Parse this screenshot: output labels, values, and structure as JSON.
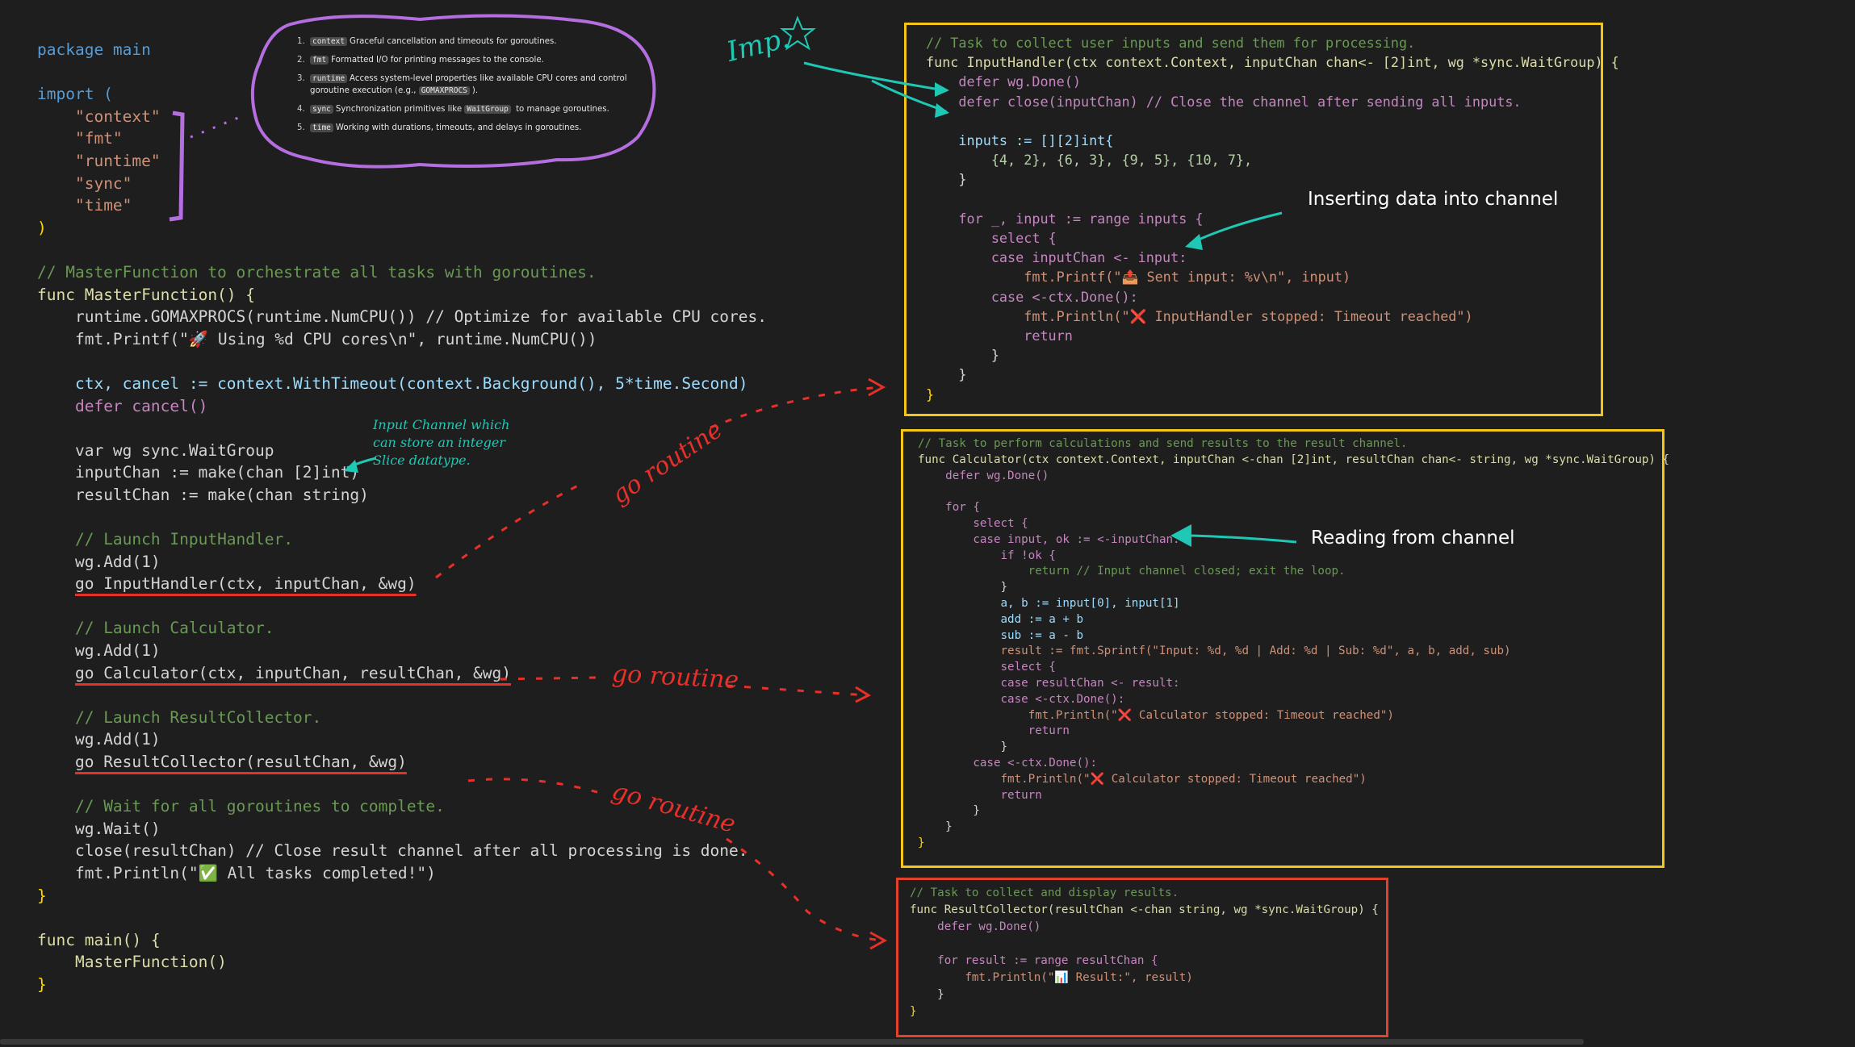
{
  "main_code": {
    "package_line": "package main",
    "import_kw": "import (",
    "imports": [
      "\"context\"",
      "\"fmt\"",
      "\"runtime\"",
      "\"sync\"",
      "\"time\""
    ],
    "import_close": ")",
    "master_comment": "// MasterFunction to orchestrate all tasks with goroutines.",
    "master_sig": "func MasterFunction() {",
    "line_gomax": "runtime.GOMAXPROCS(runtime.NumCPU()) // Optimize for available CPU cores.",
    "line_printf_cpu": "fmt.Printf(\"🚀 Using %d CPU cores\\n\", runtime.NumCPU())",
    "line_ctx": "ctx, cancel := context.WithTimeout(context.Background(), 5*time.Second)",
    "line_defer_cancel": "defer cancel()",
    "line_var_wg": "var wg sync.WaitGroup",
    "line_input_chan": "inputChan := make(chan [2]int)",
    "line_result_chan": "resultChan := make(chan string)",
    "cm_launch_ih": "// Launch InputHandler.",
    "wg_add_1": "wg.Add(1)",
    "go_ih": "go InputHandler(ctx, inputChan, &wg)",
    "cm_launch_calc": "// Launch Calculator.",
    "wg_add_2": "wg.Add(1)",
    "go_calc": "go Calculator(ctx, inputChan, resultChan, &wg)",
    "cm_launch_rc": "// Launch ResultCollector.",
    "wg_add_3": "wg.Add(1)",
    "go_rc": "go ResultCollector(resultChan, &wg)",
    "cm_wait": "// Wait for all goroutines to complete.",
    "line_wait": "wg.Wait()",
    "line_close": "close(resultChan) // Close result channel after all processing is done.",
    "line_done": "fmt.Println(\"✅ All tasks completed!\")",
    "close_brace": "}",
    "main_sig": "func main() {",
    "main_call": "MasterFunction()",
    "main_close": "}"
  },
  "import_notes": [
    {
      "num": "1.",
      "badge": "context",
      "text": "Graceful cancellation and timeouts for goroutines."
    },
    {
      "num": "2.",
      "badge": "fmt",
      "text": "Formatted I/O for printing messages to the console."
    },
    {
      "num": "3.",
      "badge": "runtime",
      "text": "Access system-level properties like available CPU cores and control goroutine execution (e.g., ",
      "badge2": "GOMAXPROCS",
      "tail": ")."
    },
    {
      "num": "4.",
      "badge": "sync",
      "text": "Synchronization primitives like ",
      "badge2": "WaitGroup",
      "tail": " to manage goroutines."
    },
    {
      "num": "5.",
      "badge": "time",
      "text": "Working with durations, timeouts, and delays in goroutines."
    }
  ],
  "input_handler": [
    "// Task to collect user inputs and send them for processing.",
    "func InputHandler(ctx context.Context, inputChan chan<- [2]int, wg *sync.WaitGroup) {",
    "    defer wg.Done()",
    "    defer close(inputChan) // Close the channel after sending all inputs.",
    "",
    "    inputs := [][2]int{",
    "        {4, 2}, {6, 3}, {9, 5}, {10, 7},",
    "    }",
    "",
    "    for _, input := range inputs {",
    "        select {",
    "        case inputChan <- input:",
    "            fmt.Printf(\"📤 Sent input: %v\\n\", input)",
    "        case <-ctx.Done():",
    "            fmt.Println(\"❌ InputHandler stopped: Timeout reached\")",
    "            return",
    "        }",
    "    }",
    "}"
  ],
  "calculator": [
    "// Task to perform calculations and send results to the result channel.",
    "func Calculator(ctx context.Context, inputChan <-chan [2]int, resultChan chan<- string, wg *sync.WaitGroup) {",
    "    defer wg.Done()",
    "",
    "    for {",
    "        select {",
    "        case input, ok := <-inputChan:",
    "            if !ok {",
    "                return // Input channel closed; exit the loop.",
    "            }",
    "            a, b := input[0], input[1]",
    "            add := a + b",
    "            sub := a - b",
    "            result := fmt.Sprintf(\"Input: %d, %d | Add: %d | Sub: %d\", a, b, add, sub)",
    "            select {",
    "            case resultChan <- result:",
    "            case <-ctx.Done():",
    "                fmt.Println(\"❌ Calculator stopped: Timeout reached\")",
    "                return",
    "            }",
    "        case <-ctx.Done():",
    "            fmt.Println(\"❌ Calculator stopped: Timeout reached\")",
    "            return",
    "        }",
    "    }",
    "}"
  ],
  "result_collector": [
    "// Task to collect and display results.",
    "func ResultCollector(resultChan <-chan string, wg *sync.WaitGroup) {",
    "    defer wg.Done()",
    "",
    "    for result := range resultChan {",
    "        fmt.Println(\"📊 Result:\", result)",
    "    }",
    "}"
  ],
  "annotations": {
    "imp": "Imp.",
    "inserting": "Inserting data into channel",
    "reading": "Reading from channel",
    "input_note": [
      "Input Channel which",
      "can store an integer",
      "Slice datatype."
    ],
    "go_routine_1": "go routine",
    "go_routine_2": "go routine",
    "go_routine_3": "go routine"
  },
  "colors": {
    "background": "#1e1e1e",
    "box_yellow": "#f5c518",
    "box_red": "#e0422b",
    "annotation_red": "#e8302a",
    "annotation_teal": "#1ec8b4",
    "cloud_purple": "#b46ee0"
  }
}
